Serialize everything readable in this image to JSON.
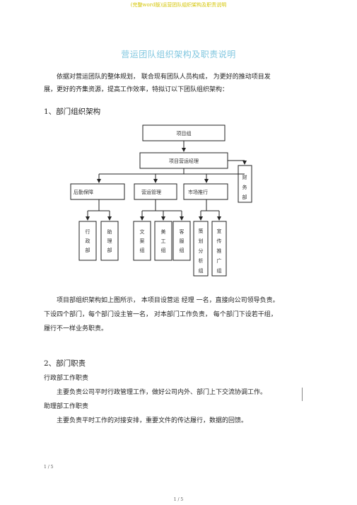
{
  "header": {
    "text": "(完整word版)运营团队组织架构及职责说明"
  },
  "title": "营运团队组织架构及职责说明",
  "intro": {
    "line1": "依据对营运团队的整体规划， 联合现有团队人员构成， 为更好的推动项目发",
    "line2": "展，更好的齐集资源，提高工作效率，特拟订以下团队组织架构："
  },
  "section1": "1、部门组织架构",
  "org": {
    "top": "项目组",
    "manager": "项目营运经理",
    "finance": [
      "财",
      "务",
      "部"
    ],
    "depts": [
      "后勤保障",
      "营运管理",
      "市场推行"
    ],
    "units": [
      [
        "行",
        "政",
        "部"
      ],
      [
        "助",
        "理",
        "部"
      ],
      [
        "文",
        "案",
        "组"
      ],
      [
        "美",
        "工",
        "组"
      ],
      [
        "客",
        "服",
        "组"
      ],
      [
        "策",
        "划",
        "分",
        "析",
        "组"
      ],
      [
        "宣",
        "传",
        "推",
        "广",
        "组"
      ]
    ]
  },
  "desc": {
    "line1": "项目部组织架构如上图所示， 本项目设营运 经理 一名，直接向公司领导负责。",
    "line2": "下设四个部门，每个部门设主管一名， 对本部门工作负责， 每个部门下设若干组，",
    "line3": "履行不一样业务职责。"
  },
  "section2": "2、部门职责",
  "admin": {
    "title": "行政部工作职责",
    "text": "主要负责公司平时行政管理工作，做好公司内外、部门上下交流协调工作。"
  },
  "assistant": {
    "title": "助理部工作职责",
    "text": "主要负责平时工作的对接安排，重要文件的传达履行，数据的回馈。"
  },
  "footer": {
    "page_left": "1 / 5",
    "page_bottom": "1 / 5"
  }
}
